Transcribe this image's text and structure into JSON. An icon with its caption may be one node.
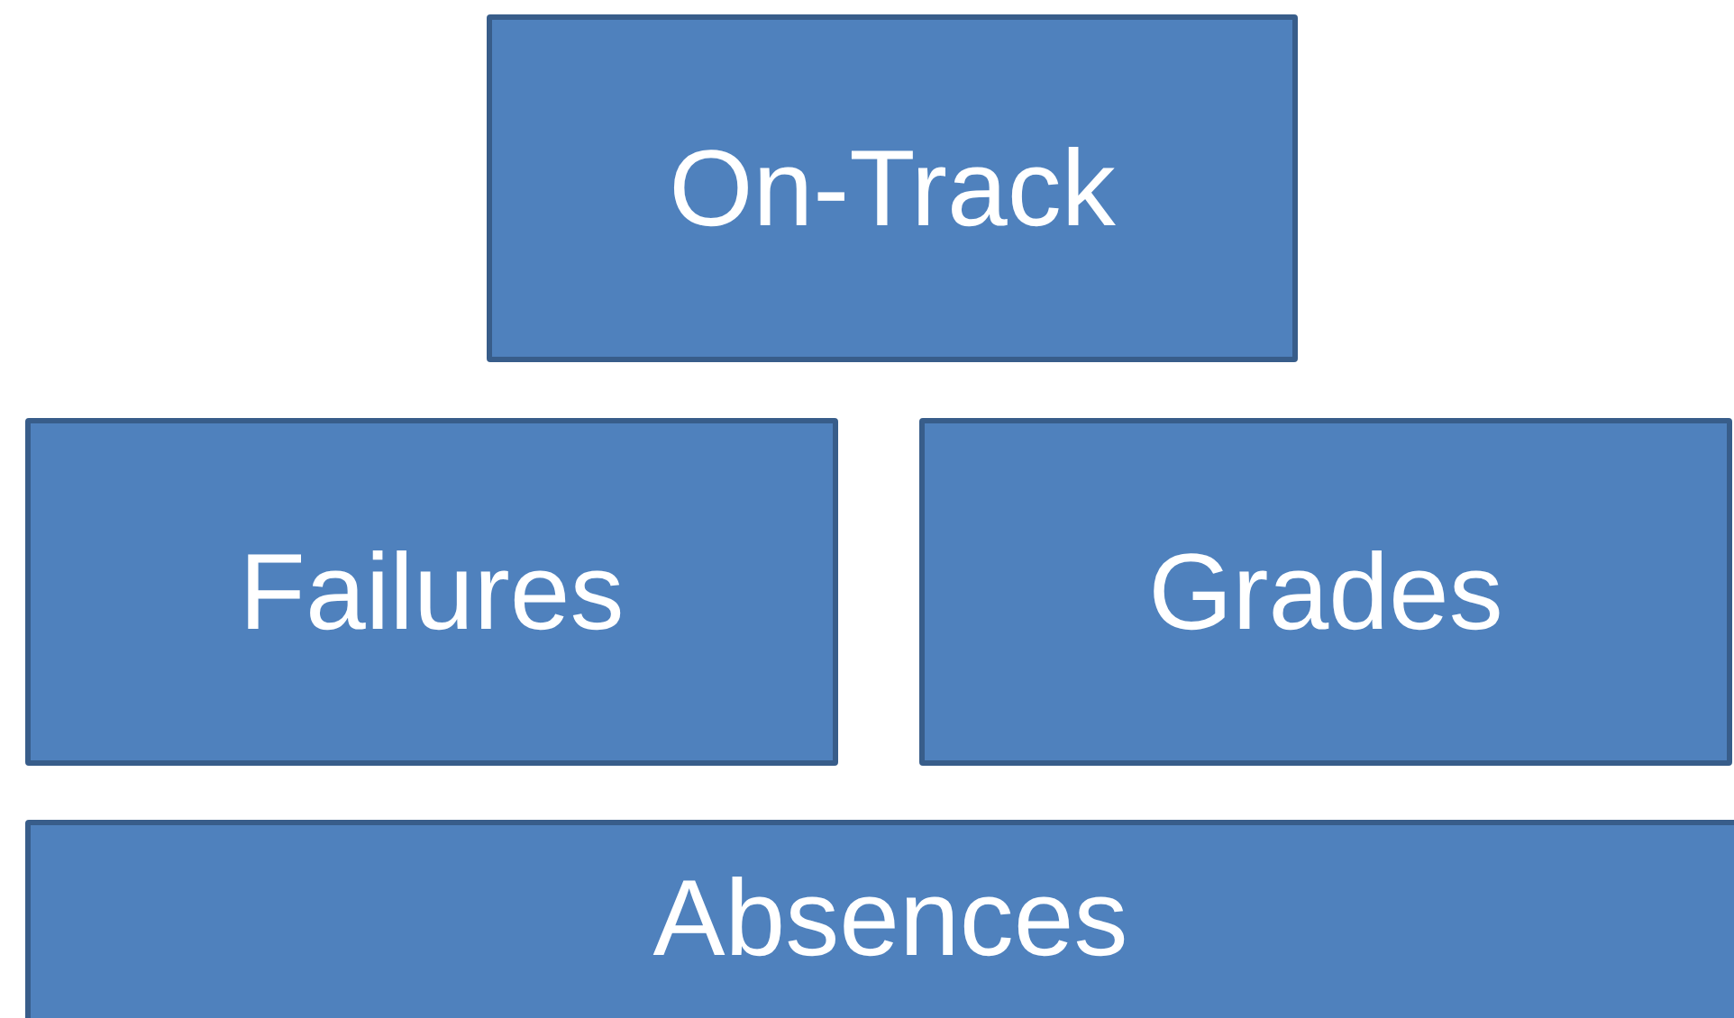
{
  "diagram": {
    "nodes": [
      {
        "text": [
          "On-Track"
        ]
      },
      {
        "text": [
          "Failures"
        ]
      },
      {
        "text": [
          "Grades"
        ]
      },
      {
        "text": [
          "Absences"
        ]
      }
    ]
  }
}
